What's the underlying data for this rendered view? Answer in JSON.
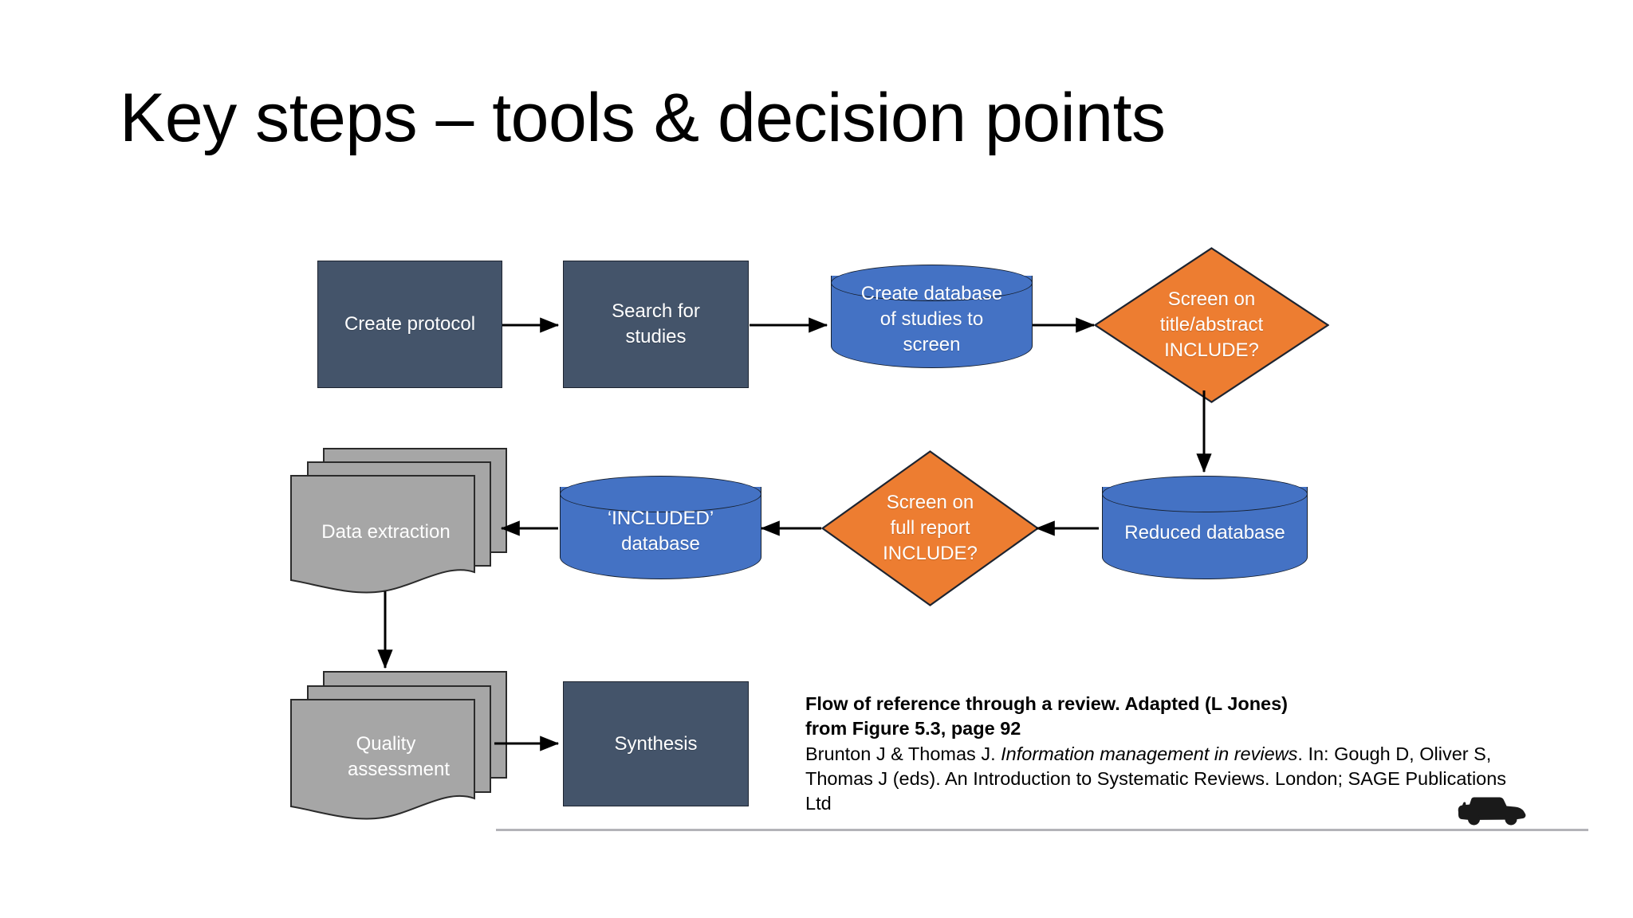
{
  "slide": {
    "title": "Key steps – tools & decision points"
  },
  "colors": {
    "process_box": "#44546A",
    "database": "#4472C4",
    "decision": "#ED7D31",
    "document": "#A6A6A6",
    "outline": "#1d2430",
    "text_on_shape": "#FFFFFF",
    "rule": "#B3B3B8",
    "vehicle": "#1A1A1A"
  },
  "flowchart": {
    "type": "flowchart",
    "nodes": [
      {
        "id": "create-protocol",
        "shape": "process",
        "label": "Create protocol"
      },
      {
        "id": "search-studies",
        "shape": "process",
        "label": "Search for\nstudies",
        "lines": [
          "Search for",
          "studies"
        ]
      },
      {
        "id": "create-database",
        "shape": "database",
        "label": "Create database of studies to screen",
        "lines": [
          "Create database",
          "of studies to",
          "screen"
        ]
      },
      {
        "id": "screen-title",
        "shape": "decision",
        "label": "Screen on title/abstract INCLUDE?",
        "lines": [
          "Screen on",
          "title/abstract",
          "INCLUDE?"
        ]
      },
      {
        "id": "reduced-database",
        "shape": "database",
        "label": "Reduced database",
        "lines": [
          "Reduced database"
        ]
      },
      {
        "id": "screen-full",
        "shape": "decision",
        "label": "Screen on full report INCLUDE?",
        "lines": [
          "Screen on",
          "full report",
          "INCLUDE?"
        ]
      },
      {
        "id": "included-database",
        "shape": "database",
        "label": "‘INCLUDED’ database",
        "lines": [
          "‘INCLUDED’",
          "database"
        ]
      },
      {
        "id": "data-extraction",
        "shape": "document",
        "label": "Data extraction",
        "lines": [
          "Data extraction"
        ]
      },
      {
        "id": "quality-assessment",
        "shape": "document",
        "label": "Quality assessment",
        "lines": [
          "Quality",
          "assessment"
        ]
      },
      {
        "id": "synthesis",
        "shape": "process",
        "label": "Synthesis",
        "lines": [
          "Synthesis"
        ]
      }
    ],
    "edges": [
      {
        "from": "create-protocol",
        "to": "search-studies",
        "direction": "right"
      },
      {
        "from": "search-studies",
        "to": "create-database",
        "direction": "right"
      },
      {
        "from": "create-database",
        "to": "screen-title",
        "direction": "right"
      },
      {
        "from": "screen-title",
        "to": "reduced-database",
        "direction": "down"
      },
      {
        "from": "reduced-database",
        "to": "screen-full",
        "direction": "left"
      },
      {
        "from": "screen-full",
        "to": "included-database",
        "direction": "left"
      },
      {
        "from": "included-database",
        "to": "data-extraction",
        "direction": "left"
      },
      {
        "from": "data-extraction",
        "to": "quality-assessment",
        "direction": "down"
      },
      {
        "from": "quality-assessment",
        "to": "synthesis",
        "direction": "right"
      }
    ]
  },
  "caption": {
    "line1": "Flow of reference through a review. Adapted (L Jones)",
    "line2": "from Figure 5.3, page 92",
    "ref_pre": "Brunton J & Thomas J. ",
    "ref_italic": "Information management in reviews",
    "ref_post": ". In: Gough D, Oliver S, Thomas J (eds). An Introduction to Systematic Reviews. London; SAGE Publications Ltd"
  },
  "decor": {
    "vehicle_icon": "suv-silhouette-icon",
    "rule": "horizontal-rule"
  }
}
